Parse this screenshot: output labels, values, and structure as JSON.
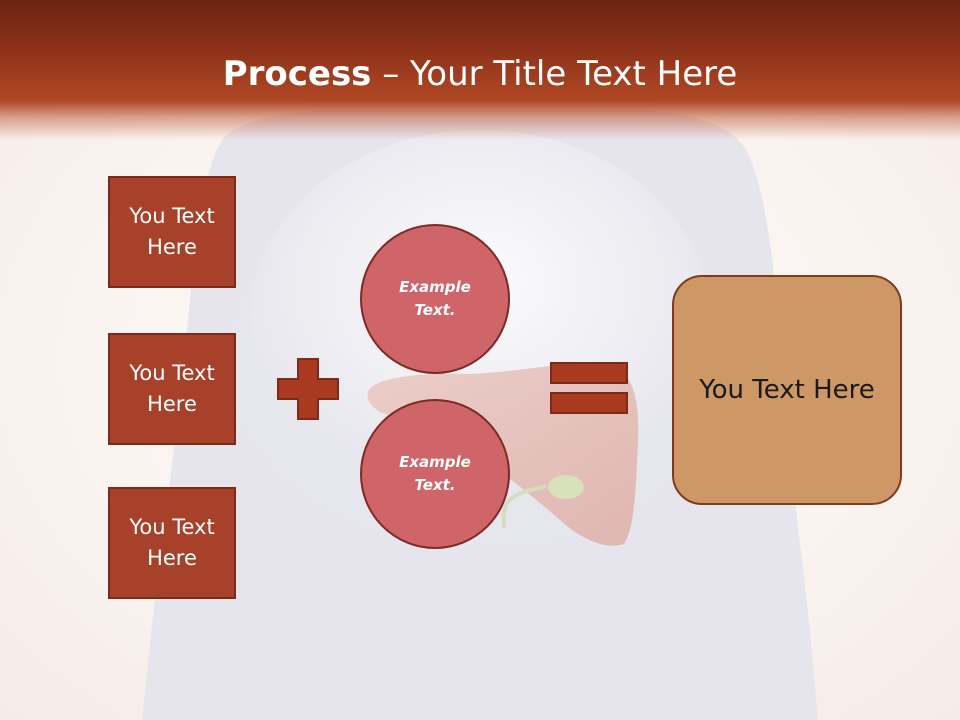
{
  "slide": {
    "title_bold": "Process",
    "title_rest": " – Your Title Text Here"
  },
  "left_boxes": [
    {
      "label": "You Text Here"
    },
    {
      "label": "You Text Here"
    },
    {
      "label": "You Text Here"
    }
  ],
  "circles": [
    {
      "label": "Example Text."
    },
    {
      "label": "Example Text."
    }
  ],
  "operators": {
    "plus": "plus-icon",
    "equals": "equals-icon"
  },
  "result_box": {
    "label": "You Text Here"
  },
  "colors": {
    "header_dark": "#6b2412",
    "header_light": "#b14825",
    "box_fill": "#a8412a",
    "circle_fill": "#cf6469",
    "result_fill": "#cd9866",
    "operator_fill": "#a83a1f"
  }
}
